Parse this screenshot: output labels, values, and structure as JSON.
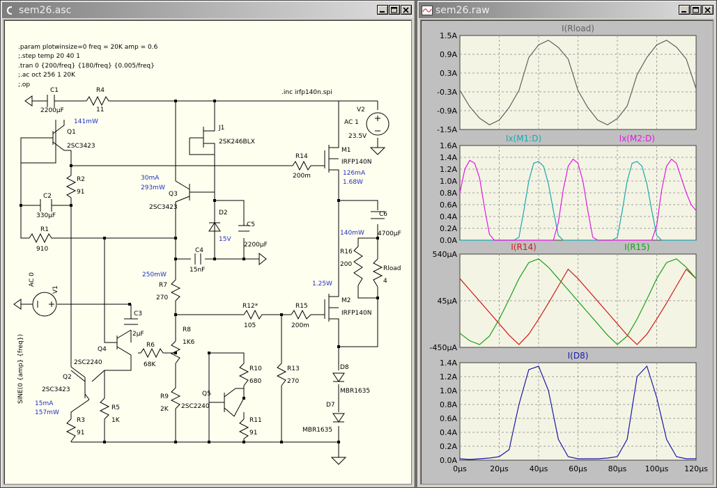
{
  "schematic_window": {
    "title": "sem26.asc"
  },
  "waveform_window": {
    "title": "sem26.raw"
  },
  "directives": [
    ".param plotwinsize=0 freq = 20K amp = 0.6",
    ";.step temp 20 40 1",
    ".tran 0 {200/freq} {180/freq}  {0.005/freq}",
    ";.ac oct 256 1 20K",
    ";.op"
  ],
  "include_directive": ".inc irfp140n.spi",
  "components": {
    "C1": {
      "ref": "C1",
      "value": "2200µF"
    },
    "R4": {
      "ref": "R4",
      "value": "11"
    },
    "Q1": {
      "ref": "Q1",
      "value": "2SC3423",
      "power": "141mW"
    },
    "J1": {
      "ref": "J1",
      "value": "2SK246BLX"
    },
    "V2": {
      "ref": "V2",
      "line1": "AC 1",
      "value": "23.5V"
    },
    "R14": {
      "ref": "R14",
      "value": "200m"
    },
    "M1": {
      "ref": "M1",
      "value": "IRFP140N",
      "current": "126mA",
      "power": "1.68W"
    },
    "R2": {
      "ref": "R2",
      "value": "91"
    },
    "Q3": {
      "ref": "Q3",
      "value": "2SC3423",
      "current": "30mA",
      "power": "293mW"
    },
    "C2": {
      "ref": "C2",
      "value": "330µF"
    },
    "D2": {
      "ref": "D2",
      "value": "15V"
    },
    "C5": {
      "ref": "C5",
      "value": "2200µF"
    },
    "C6": {
      "ref": "C6",
      "value": "4700µF"
    },
    "R1": {
      "ref": "R1",
      "value": "910"
    },
    "C4": {
      "ref": "C4",
      "value": "15nF"
    },
    "R16": {
      "ref": "R16",
      "value": "200",
      "power": "140mW"
    },
    "Rload": {
      "ref": "Rload",
      "value": "4"
    },
    "R7": {
      "ref": "R7",
      "value": "270",
      "power": "250mW"
    },
    "V1": {
      "ref": "V1",
      "line1": "AC 0",
      "value": "SINE(0 {amp} {freq})"
    },
    "C3": {
      "ref": "C3",
      "value": "2µF"
    },
    "R12": {
      "ref": "R12*",
      "value": "105"
    },
    "R15": {
      "ref": "R15",
      "value": "200m"
    },
    "M2": {
      "ref": "M2",
      "value": "IRFP140N",
      "power": "1.25W"
    },
    "R8": {
      "ref": "R8",
      "value": "1K6"
    },
    "Q4": {
      "ref": "Q4",
      "value": "2SC2240"
    },
    "R6": {
      "ref": "R6",
      "value": "68K"
    },
    "D8": {
      "ref": "D8",
      "value": "MBR1635"
    },
    "R10": {
      "ref": "R10",
      "value": "680"
    },
    "R13": {
      "ref": "R13",
      "value": "270"
    },
    "Q2": {
      "ref": "Q2",
      "value": "2SC3423",
      "current": "15mA",
      "power": "157mW"
    },
    "R5": {
      "ref": "R5",
      "value": "1K"
    },
    "R9": {
      "ref": "R9",
      "value": "2K"
    },
    "Q5": {
      "ref": "Q5",
      "value": "2SC2240"
    },
    "D7": {
      "ref": "D7",
      "value": "MBR1635"
    },
    "R11": {
      "ref": "R11",
      "value": "91"
    },
    "R3": {
      "ref": "R3",
      "value": "91"
    }
  },
  "colors": {
    "annotation_blue": "#1f2fbf",
    "trace_gray": "#606060",
    "trace_cyan": "#18a8b0",
    "trace_magenta": "#e018e0",
    "trace_red": "#d01818",
    "trace_green": "#18a018",
    "trace_navy": "#1818a8",
    "plot_bg": "#f4f4e4",
    "label_blue": "#1818c0"
  },
  "chart_data": [
    {
      "type": "line",
      "title": "I(Rload)",
      "x": [
        0,
        5,
        10,
        15,
        20,
        25,
        30,
        35,
        40,
        45,
        50,
        55,
        60,
        65,
        70,
        75,
        80,
        85,
        90,
        95,
        100,
        105,
        110,
        115,
        120
      ],
      "series": [
        {
          "name": "I(Rload)",
          "color": "#606060",
          "values": [
            -0.25,
            -0.77,
            -1.14,
            -1.35,
            -1.2,
            -0.8,
            -0.25,
            0.8,
            1.2,
            1.35,
            1.12,
            0.75,
            -0.25,
            -0.8,
            -1.2,
            -1.35,
            -1.15,
            -0.75,
            0.25,
            0.8,
            1.2,
            1.35,
            1.13,
            0.75,
            -0.2
          ]
        }
      ],
      "ylim": [
        -1.5,
        1.5
      ],
      "yticks": [
        "1.5A",
        "0.9A",
        "0.3A",
        "-0.3A",
        "-0.9A",
        "-1.5A"
      ]
    },
    {
      "type": "line",
      "x": [
        0,
        2.5,
        5,
        7.5,
        10,
        12.5,
        15,
        17.5,
        20,
        22.5,
        25,
        27.5,
        30,
        32.5,
        35,
        37.5,
        40,
        42.5,
        45,
        47.5,
        50,
        52.5,
        55,
        57.5,
        60,
        62.5,
        65,
        67.5,
        70,
        72.5,
        75,
        77.5,
        80,
        82.5,
        85,
        87.5,
        90,
        92.5,
        95,
        97.5,
        100,
        102.5,
        105,
        107.5,
        110,
        112.5,
        115,
        117.5,
        120
      ],
      "series": [
        {
          "name": "Ix(M1:D)",
          "color": "#18a8b0",
          "values": [
            0,
            0,
            0,
            0,
            0,
            0,
            0,
            0,
            0,
            0,
            0,
            0,
            0.05,
            0.5,
            1.0,
            1.3,
            1.33,
            1.25,
            0.95,
            0.5,
            0.08,
            0,
            0,
            0,
            0,
            0,
            0,
            0,
            0,
            0,
            0,
            0,
            0.05,
            0.5,
            1.0,
            1.3,
            1.33,
            1.25,
            0.95,
            0.5,
            0.08,
            0,
            0,
            0,
            0,
            0,
            0,
            0,
            0
          ]
        },
        {
          "name": "Ix(M2:D)",
          "color": "#e018e0",
          "values": [
            0.8,
            1.2,
            1.35,
            1.3,
            1.05,
            0.55,
            0.1,
            0,
            0,
            0,
            0,
            0,
            0,
            0,
            0,
            0,
            0,
            0,
            0,
            0,
            0.3,
            0.85,
            1.25,
            1.37,
            1.3,
            1.0,
            0.5,
            0.05,
            0,
            0,
            0,
            0,
            0,
            0,
            0,
            0,
            0,
            0,
            0,
            0,
            0.25,
            0.85,
            1.25,
            1.37,
            1.3,
            1.05,
            0.8,
            0.6,
            0.5
          ]
        }
      ],
      "ylim": [
        0,
        1.6
      ],
      "yticks": [
        "1.6A",
        "1.4A",
        "1.2A",
        "1.0A",
        "0.8A",
        "0.6A",
        "0.4A",
        "0.2A",
        "0.0A"
      ]
    },
    {
      "type": "line",
      "x": [
        0,
        5,
        10,
        15,
        20,
        25,
        30,
        35,
        40,
        45,
        50,
        55,
        60,
        65,
        70,
        75,
        80,
        85,
        90,
        95,
        100,
        105,
        110,
        115,
        120
      ],
      "series": [
        {
          "name": "I(R14)",
          "color": "#d01818",
          "values": [
            280,
            160,
            40,
            -80,
            -200,
            -320,
            -420,
            -310,
            -150,
            20,
            200,
            380,
            280,
            160,
            40,
            -80,
            -200,
            -320,
            -420,
            -310,
            -150,
            20,
            200,
            380,
            280
          ]
        },
        {
          "name": "I(R15)",
          "color": "#18a018",
          "values": [
            -300,
            -380,
            -420,
            -330,
            -150,
            60,
            280,
            450,
            490,
            400,
            280,
            160,
            40,
            -80,
            -200,
            -320,
            -420,
            -330,
            -150,
            60,
            280,
            450,
            490,
            400,
            280
          ]
        }
      ],
      "ylim": [
        -450,
        540
      ],
      "yticks": [
        "540µA",
        "45µA",
        "-450µA"
      ]
    },
    {
      "type": "line",
      "title": "I(D8)",
      "x": [
        0,
        5,
        10,
        15,
        20,
        25,
        30,
        35,
        40,
        45,
        50,
        55,
        60,
        65,
        70,
        75,
        80,
        85,
        90,
        95,
        100,
        105,
        110,
        115,
        120
      ],
      "series": [
        {
          "name": "I(D8)",
          "color": "#1818a8",
          "values": [
            0.02,
            0.01,
            0.02,
            0.03,
            0.05,
            0.15,
            0.8,
            1.3,
            1.35,
            1.0,
            0.3,
            0.05,
            0.02,
            0.02,
            0.02,
            0.03,
            0.05,
            0.3,
            1.2,
            1.35,
            0.9,
            0.3,
            0.05,
            0.02,
            0.02
          ]
        }
      ],
      "ylim": [
        0,
        1.4
      ],
      "yticks": [
        "1.4A",
        "1.2A",
        "1.0A",
        "0.8A",
        "0.6A",
        "0.4A",
        "0.2A",
        "0.0A"
      ]
    }
  ],
  "x_axis": {
    "range": [
      0,
      120
    ],
    "ticks": [
      "0µs",
      "20µs",
      "40µs",
      "60µs",
      "80µs",
      "100µs",
      "120µs"
    ]
  }
}
